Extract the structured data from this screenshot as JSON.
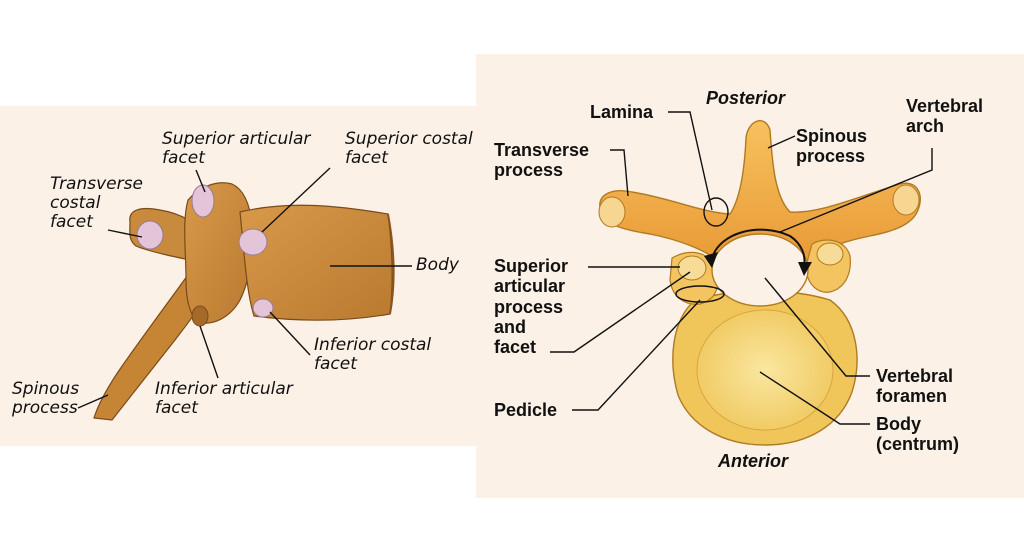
{
  "lateral_view": {
    "labels": {
      "superior_articular_facet": [
        "Superior articular",
        "facet"
      ],
      "superior_costal_facet": [
        "Superior costal",
        "facet"
      ],
      "transverse_costal_facet": [
        "Transverse",
        "costal",
        "facet"
      ],
      "body": [
        "Body"
      ],
      "inferior_costal_facet": [
        "Inferior costal",
        "facet"
      ],
      "spinous_process": [
        "Spinous",
        "process"
      ],
      "inferior_articular_facet": [
        "Inferior articular",
        "facet"
      ]
    }
  },
  "superior_view": {
    "orientation": {
      "top": "Posterior",
      "bottom": "Anterior"
    },
    "labels": {
      "lamina": [
        "Lamina"
      ],
      "spinous_process": [
        "Spinous",
        "process"
      ],
      "vertebral_arch": [
        "Vertebral",
        "arch"
      ],
      "transverse_process": [
        "Transverse",
        "process"
      ],
      "superior_articular_process": [
        "Superior",
        "articular",
        "process",
        "and",
        "facet"
      ],
      "pedicle": [
        "Pedicle"
      ],
      "vertebral_foramen": [
        "Vertebral",
        "foramen"
      ],
      "body_centrum": [
        "Body",
        "(centrum)"
      ]
    }
  },
  "colors": {
    "bone_lateral": "#c98a3a",
    "bone_superior": "#f2b04a",
    "facet": "#e3c4d8",
    "centrum": "#f6dc73",
    "panel_bg": "#fbf1e7"
  }
}
